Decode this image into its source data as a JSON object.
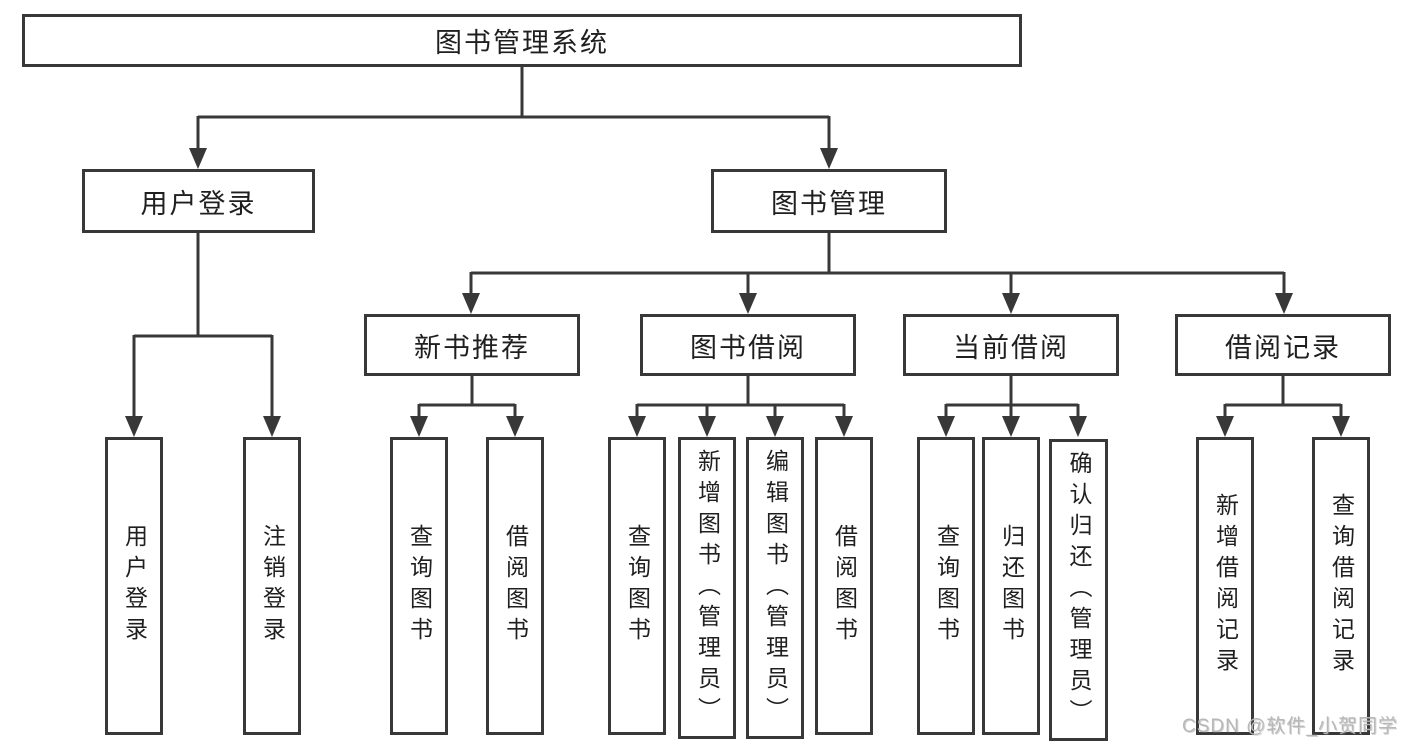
{
  "tree": {
    "root": {
      "label": "图书管理系统"
    },
    "login": {
      "label": "用户登录",
      "children": [
        {
          "label": "用户登录"
        },
        {
          "label": "注销登录"
        }
      ]
    },
    "management": {
      "label": "图书管理",
      "groups": [
        {
          "label": "新书推荐",
          "children": [
            {
              "label": "查询图书"
            },
            {
              "label": "借阅图书"
            }
          ]
        },
        {
          "label": "图书借阅",
          "children": [
            {
              "label": "查询图书"
            },
            {
              "label": "新增图书（管理员）"
            },
            {
              "label": "编辑图书（管理员）"
            },
            {
              "label": "借阅图书"
            }
          ]
        },
        {
          "label": "当前借阅",
          "children": [
            {
              "label": "查询图书"
            },
            {
              "label": "归还图书"
            },
            {
              "label": "确认归还（管理员）"
            }
          ]
        },
        {
          "label": "借阅记录",
          "children": [
            {
              "label": "新增借阅记录"
            },
            {
              "label": "查询借阅记录"
            }
          ]
        }
      ]
    }
  },
  "watermark": {
    "text": "CSDN @软件_小贺同学"
  },
  "colors": {
    "line": "#383838",
    "text": "#1f1f1f",
    "watermark": "#b8b8b8"
  }
}
